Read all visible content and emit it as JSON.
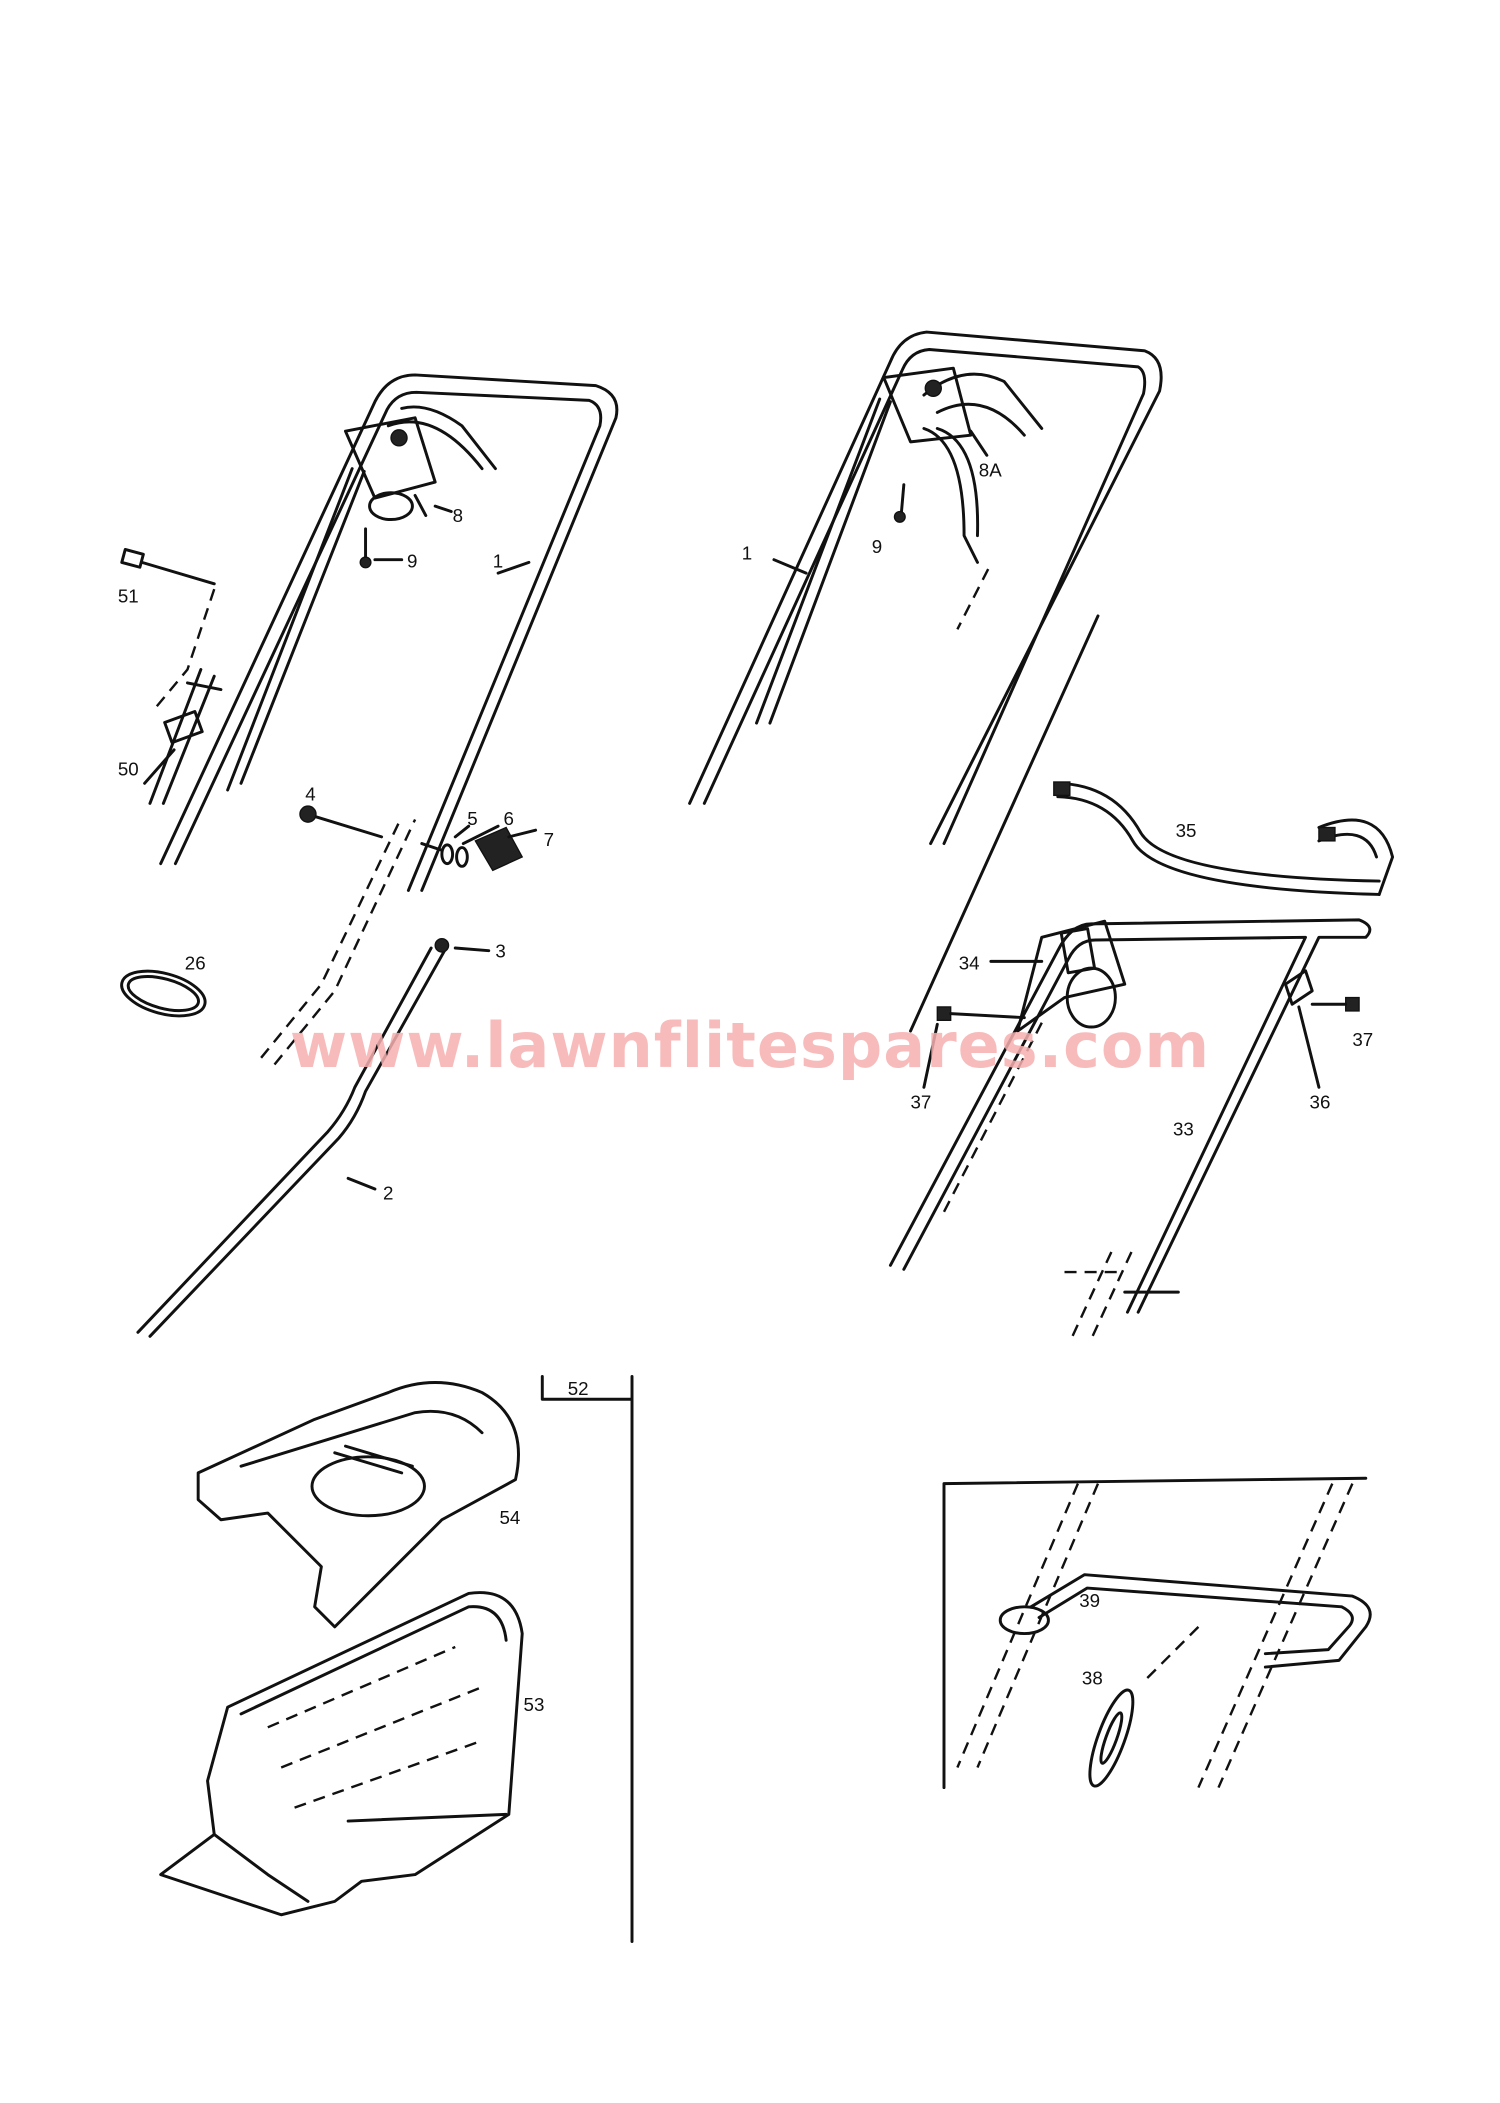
{
  "diagram": {
    "labels": {
      "l1_left": "1",
      "l8": "8",
      "l9_left": "9",
      "l51": "51",
      "l50": "50",
      "l4": "4",
      "l5": "5",
      "l6": "6",
      "l7": "7",
      "l3": "3",
      "l26": "26",
      "l2": "2",
      "l1_right": "1",
      "l9_right": "9",
      "l8a": "8A",
      "l35": "35",
      "l34": "34",
      "l37_left": "37",
      "l36": "36",
      "l37_right": "37",
      "l33": "33",
      "l52": "52",
      "l54": "54",
      "l53": "53",
      "l39": "39",
      "l38": "38"
    },
    "watermark": "www.lawnflitespares.com",
    "watermark_color": "#f7b0b0"
  }
}
